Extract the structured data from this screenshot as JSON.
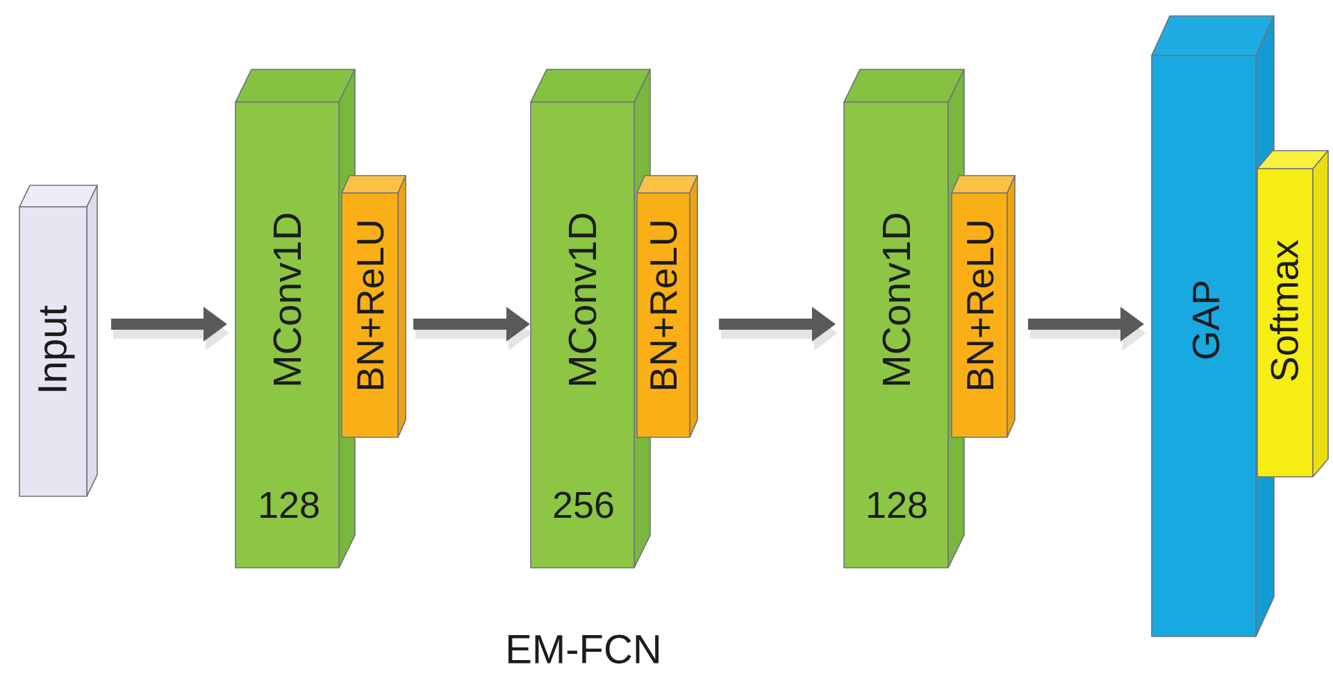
{
  "diagram": {
    "title": "EM-FCN",
    "input_label": "Input",
    "blocks": [
      {
        "conv": "MConv1D",
        "filters": "128",
        "bn": "BN+ReLU"
      },
      {
        "conv": "MConv1D",
        "filters": "256",
        "bn": "BN+ReLU"
      },
      {
        "conv": "MConv1D",
        "filters": "128",
        "bn": "BN+ReLU"
      }
    ],
    "gap_label": "GAP",
    "softmax_label": "Softmax",
    "colors": {
      "conv_front": "#8cc644",
      "bn_front": "#faaf17",
      "gap_front": "#18a9e1",
      "softmax_front": "#f6ed13",
      "input_front": "#e7e5f1",
      "arrow": "#5a5a5a",
      "arrow_shadow": "#e4e4e7",
      "edge": "#70707a",
      "text": "#1c1c1c"
    }
  }
}
